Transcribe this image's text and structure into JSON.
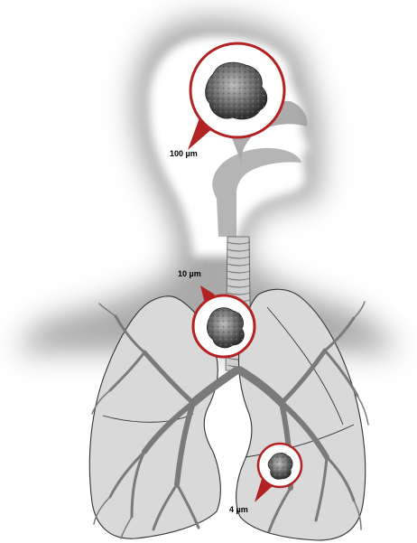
{
  "labels": {
    "nasal": "100 µm",
    "bronchial": "10 µm",
    "alveolar": "4 µm"
  },
  "colors": {
    "silhouette": "#a9a9a9",
    "callout_ring": "#b22222",
    "lung_fill": "#d9d9d9",
    "bronchi": "#777777"
  },
  "icons": {
    "particle": "particle-icon"
  }
}
